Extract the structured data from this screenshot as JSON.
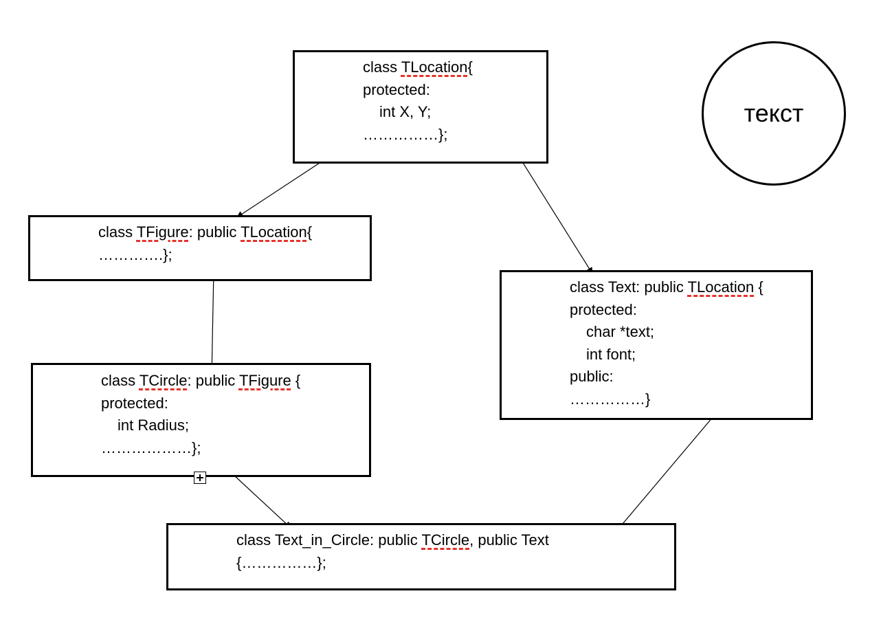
{
  "colors": {
    "border": "#000000",
    "spellcheck_underline": "#e5332a",
    "background": "#ffffff"
  },
  "nodes": {
    "tlocation": {
      "lines": [
        [
          {
            "t": "class "
          },
          {
            "t": "TLocation",
            "sq": true
          },
          {
            "t": "{"
          }
        ],
        [
          {
            "t": "protected:"
          }
        ],
        [
          {
            "t": "int X, Y;",
            "indent": true
          }
        ],
        [
          {
            "t": "……………};"
          }
        ]
      ]
    },
    "tfigure": {
      "lines": [
        [
          {
            "t": "class "
          },
          {
            "t": "TFigure",
            "sq": true
          },
          {
            "t": ": public "
          },
          {
            "t": "TLocation",
            "sq": true
          },
          {
            "t": "{"
          }
        ],
        [
          {
            "t": "………….};"
          }
        ]
      ]
    },
    "text": {
      "lines": [
        [
          {
            "t": "class Text: public "
          },
          {
            "t": "TLocation",
            "sq": true
          },
          {
            "t": " {"
          }
        ],
        [
          {
            "t": "protected:"
          }
        ],
        [
          {
            "t": "char *text;",
            "indent": true
          }
        ],
        [
          {
            "t": "int font;",
            "indent": true
          }
        ],
        [
          {
            "t": "public:"
          }
        ],
        [
          {
            "t": "……………}"
          }
        ]
      ]
    },
    "tcircle": {
      "lines": [
        [
          {
            "t": "class "
          },
          {
            "t": "TCircle",
            "sq": true
          },
          {
            "t": ": public "
          },
          {
            "t": "TFigure",
            "sq": true
          },
          {
            "t": " {"
          }
        ],
        [
          {
            "t": "protected:"
          }
        ],
        [
          {
            "t": "int Radius;",
            "indent": true
          }
        ],
        [
          {
            "t": "………………};"
          }
        ]
      ]
    },
    "text_in_circle": {
      "lines": [
        [
          {
            "t": "class Text_in_Circle: public "
          },
          {
            "t": "TCircle",
            "sq": true
          },
          {
            "t": ", public Text"
          }
        ],
        [
          {
            "t": "{……………};"
          }
        ]
      ]
    }
  },
  "circle_label": "текст",
  "edges": [
    {
      "from": "tlocation",
      "to": "tfigure"
    },
    {
      "from": "tlocation",
      "to": "text"
    },
    {
      "from": "tfigure",
      "to": "tcircle"
    },
    {
      "from": "tcircle",
      "to": "text_in_circle"
    },
    {
      "from": "text",
      "to": "text_in_circle"
    }
  ]
}
